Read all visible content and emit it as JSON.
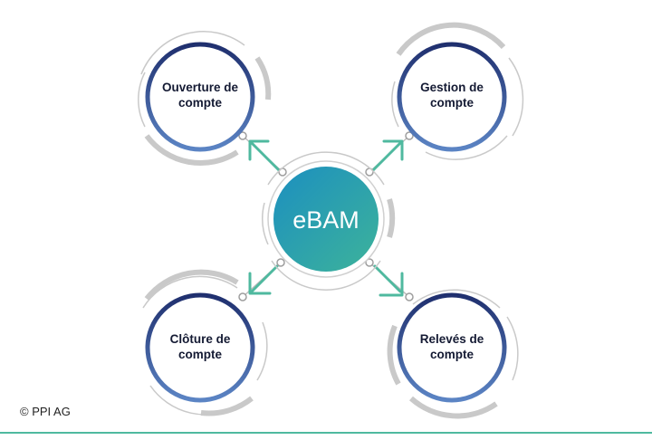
{
  "center": {
    "label": "eBAM"
  },
  "nodes": [
    {
      "id": "ouverture",
      "line1": "Ouverture de",
      "line2": "compte"
    },
    {
      "id": "gestion",
      "line1": "Gestion de",
      "line2": "compte"
    },
    {
      "id": "cloture",
      "line1": "Clôture de",
      "line2": "compte"
    },
    {
      "id": "releves",
      "line1": "Relevés de",
      "line2": "compte"
    }
  ],
  "footer": {
    "copyright": "© PPI AG"
  },
  "colors": {
    "ring_dark": "#1f2f6e",
    "ring_light": "#5b84c4",
    "center_teal": "#3db39a",
    "center_blue": "#1c8fc0",
    "arrow_green": "#4fb99f",
    "deco_gray": "#c9c9c9",
    "text_dark": "#141a33"
  }
}
